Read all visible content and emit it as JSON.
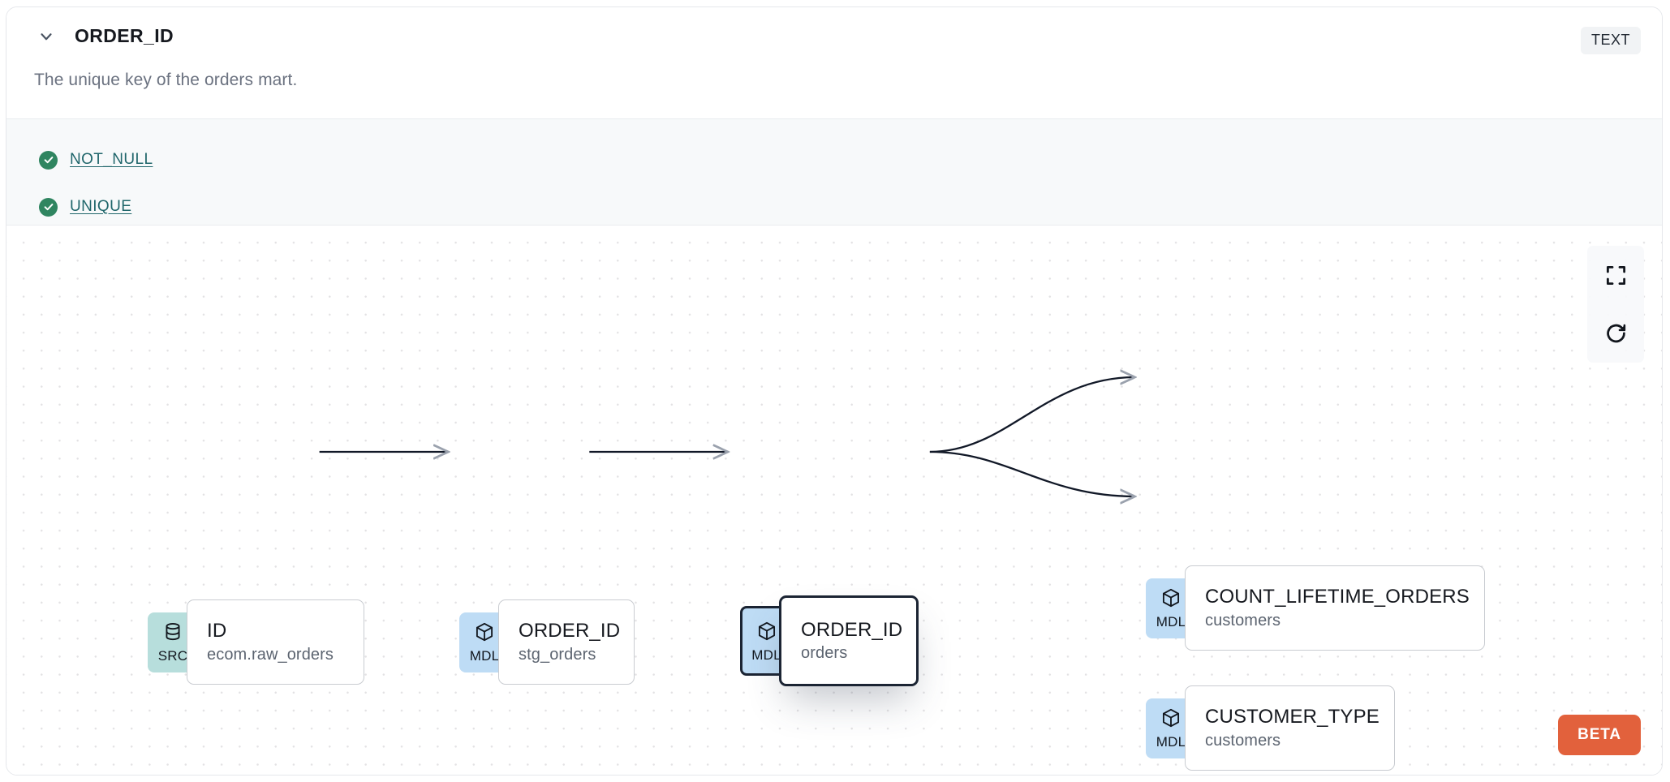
{
  "header": {
    "chevron_icon": "chevron-down-icon",
    "column_name": "ORDER_ID",
    "data_type_badge": "TEXT",
    "description": "The unique key of the orders mart."
  },
  "tests": [
    {
      "icon": "check-circle-icon",
      "label": "NOT_NULL"
    },
    {
      "icon": "check-circle-icon",
      "label": "UNIQUE"
    }
  ],
  "lineage": {
    "nodes": [
      {
        "id": "src",
        "badge": "SRC",
        "badge_icon": "database-icon",
        "name": "ID",
        "parent": "ecom.raw_orders",
        "selected": false
      },
      {
        "id": "stg",
        "badge": "MDL",
        "badge_icon": "cube-icon",
        "name": "ORDER_ID",
        "parent": "stg_orders",
        "selected": false
      },
      {
        "id": "orders",
        "badge": "MDL",
        "badge_icon": "cube-icon",
        "name": "ORDER_ID",
        "parent": "orders",
        "selected": true
      },
      {
        "id": "count",
        "badge": "MDL",
        "badge_icon": "cube-icon",
        "name": "COUNT_LIFETIME_ORDERS",
        "parent": "customers",
        "selected": false
      },
      {
        "id": "custtype",
        "badge": "MDL",
        "badge_icon": "cube-icon",
        "name": "CUSTOMER_TYPE",
        "parent": "customers",
        "selected": false
      }
    ],
    "edges": [
      {
        "from": "src",
        "to": "stg",
        "style": "straight"
      },
      {
        "from": "stg",
        "to": "orders",
        "style": "straight"
      },
      {
        "from": "orders",
        "to": "count",
        "style": "bezier"
      },
      {
        "from": "orders",
        "to": "custtype",
        "style": "bezier"
      }
    ]
  },
  "controls": [
    {
      "id": "fit-view",
      "icon": "fit-view-icon"
    },
    {
      "id": "reset-view",
      "icon": "refresh-icon"
    }
  ],
  "beta": {
    "label": "BETA"
  },
  "colors": {
    "src_badge": "#b7dedc",
    "mdl_badge": "#bedcf5",
    "test_pass": "#2f8560",
    "test_link": "#20666b",
    "beta": "#e2613c",
    "selected_border": "#1b2433"
  }
}
